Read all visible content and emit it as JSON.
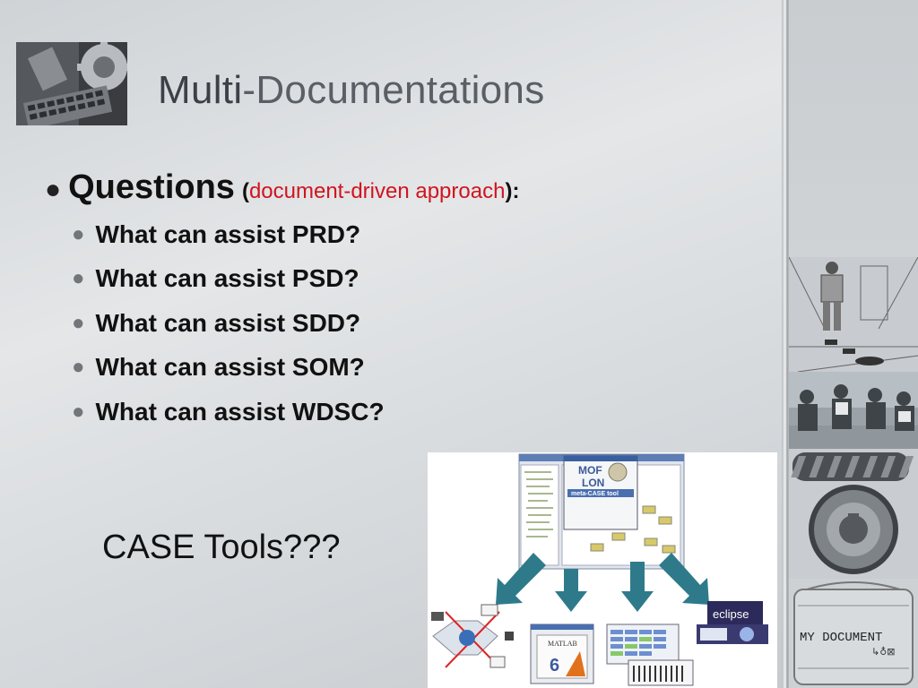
{
  "slide": {
    "title_prefix": "Multi",
    "title_suffix": "-Documentations"
  },
  "bullets": {
    "main": {
      "heading": "Questions",
      "open_paren": "(",
      "note": "document-driven approach",
      "close": "):"
    },
    "items": [
      {
        "text": "What can assist PRD?"
      },
      {
        "text": "What can assist PSD?"
      },
      {
        "text": "What can assist SDD?"
      },
      {
        "text": "What can assist SOM?"
      },
      {
        "text": "What can assist WDSC?"
      }
    ]
  },
  "case_text": "CASE Tools???",
  "diagram": {
    "logo_line1": "MOF",
    "logo_line2": "LON",
    "logo_line3": "meta-CASE tool",
    "matlab_label": "MATLAB",
    "matlab_version": "6",
    "eclipse_label": "eclipse"
  },
  "side_tiles": {
    "document_label": "MY DOCUMENT",
    "document_icons": "↳♁⊠"
  },
  "colors": {
    "accent_red": "#d0141e",
    "arrow_teal": "#2f7a8a"
  },
  "icons": [
    "bullet-icon",
    "down-arrow-icon",
    "gear-icon",
    "folder-icon"
  ]
}
